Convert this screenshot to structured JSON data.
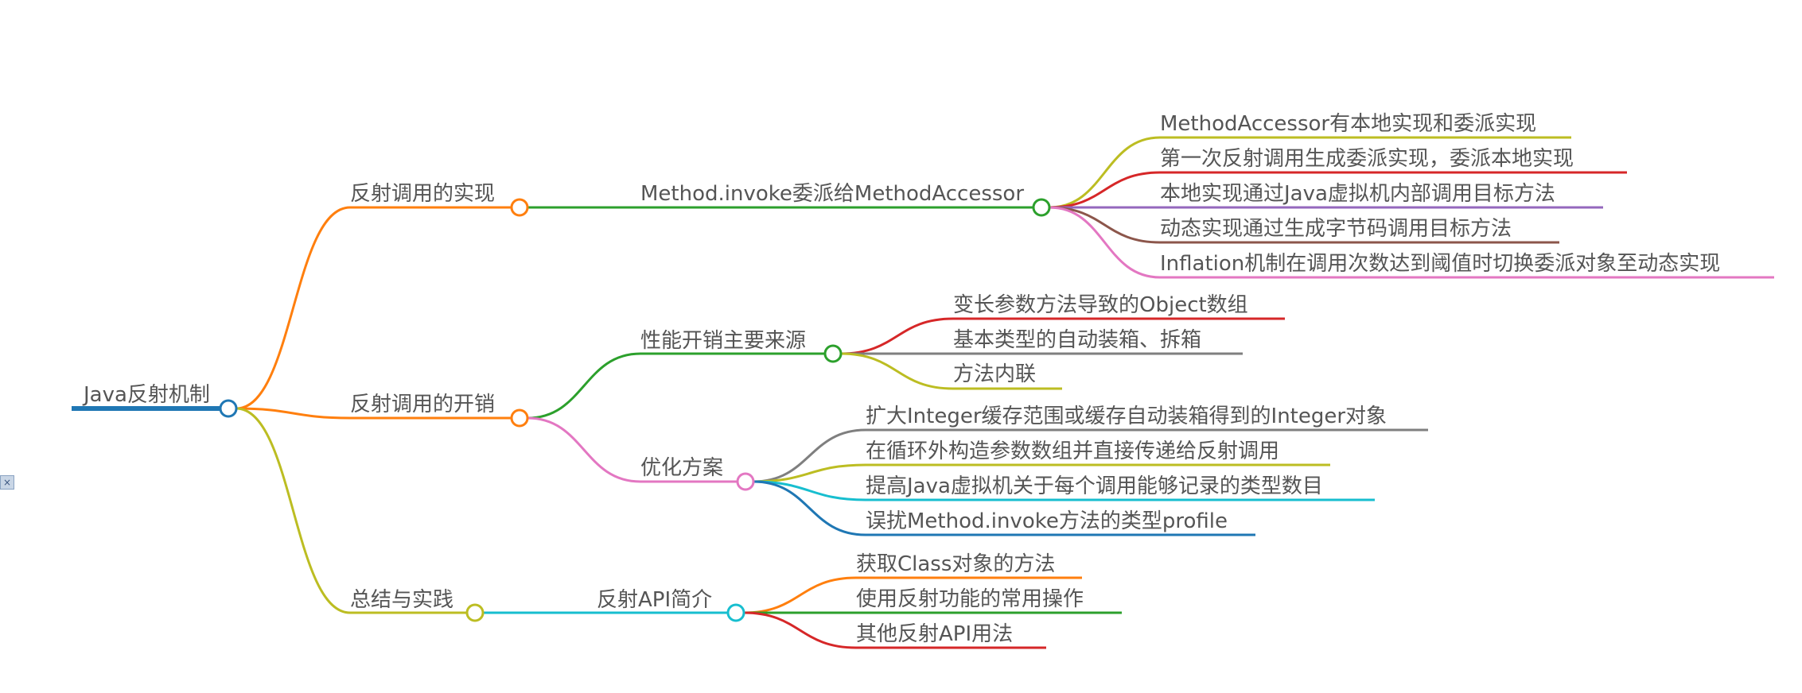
{
  "mindmap": {
    "root": {
      "label": "Java反射机制",
      "color": "#1f77b4"
    },
    "branches": [
      {
        "label": "反射调用的实现",
        "color": "#ff7f0e",
        "children": [
          {
            "label": "Method.invoke委派给MethodAccessor",
            "color": "#2ca02c",
            "children": [
              {
                "label": "MethodAccessor有本地实现和委派实现",
                "color": "#bcbd22"
              },
              {
                "label": "第一次反射调用生成委派实现，委派本地实现",
                "color": "#d62728"
              },
              {
                "label": "本地实现通过Java虚拟机内部调用目标方法",
                "color": "#9467bd"
              },
              {
                "label": "动态实现通过生成字节码调用目标方法",
                "color": "#8c564b"
              },
              {
                "label": "Inflation机制在调用次数达到阈值时切换委派对象至动态实现",
                "color": "#e377c2"
              }
            ]
          }
        ]
      },
      {
        "label": "反射调用的开销",
        "color": "#ff7f0e",
        "children": [
          {
            "label": "性能开销主要来源",
            "color": "#2ca02c",
            "children": [
              {
                "label": "变长参数方法导致的Object数组",
                "color": "#d62728"
              },
              {
                "label": "基本类型的自动装箱、拆箱",
                "color": "#7f7f7f"
              },
              {
                "label": "方法内联",
                "color": "#bcbd22"
              }
            ]
          },
          {
            "label": "优化方案",
            "color": "#e377c2",
            "children": [
              {
                "label": "扩大Integer缓存范围或缓存自动装箱得到的Integer对象",
                "color": "#7f7f7f"
              },
              {
                "label": "在循环外构造参数数组并直接传递给反射调用",
                "color": "#bcbd22"
              },
              {
                "label": "提高Java虚拟机关于每个调用能够记录的类型数目",
                "color": "#17becf"
              },
              {
                "label": "误扰Method.invoke方法的类型profile",
                "color": "#1f77b4"
              }
            ]
          }
        ]
      },
      {
        "label": "总结与实践",
        "color": "#bcbd22",
        "children": [
          {
            "label": "反射API简介",
            "color": "#17becf",
            "children": [
              {
                "label": "获取Class对象的方法",
                "color": "#ff7f0e"
              },
              {
                "label": "使用反射功能的常用操作",
                "color": "#2ca02c"
              },
              {
                "label": "其他反射API用法",
                "color": "#d62728"
              }
            ]
          }
        ]
      }
    ]
  }
}
